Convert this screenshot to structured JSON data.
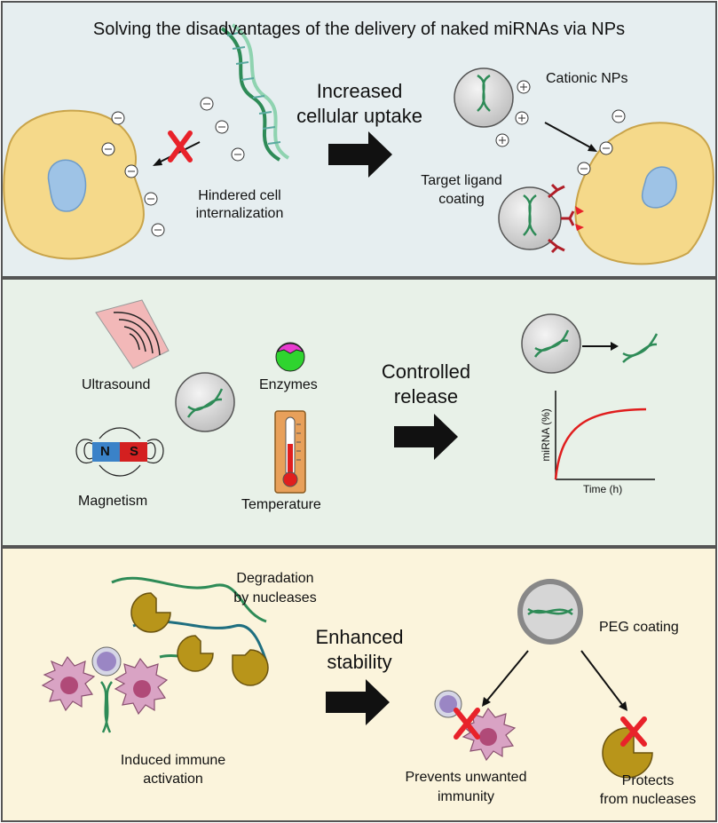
{
  "title": "Solving the disadvantages of the delivery of naked miRNAs via NPs",
  "panels": {
    "uptake": {
      "bg": "#e6eef0",
      "heading_line1": "Increased",
      "heading_line2": "cellular uptake",
      "hindered_line1": "Hindered cell",
      "hindered_line2": "internalization",
      "cationic": "Cationic NPs",
      "target_line1": "Target ligand",
      "target_line2": "coating"
    },
    "release": {
      "bg": "#e8f1e8",
      "heading_line1": "Controlled",
      "heading_line2": "release",
      "ultrasound": "Ultrasound",
      "enzymes": "Enzymes",
      "magnetism": "Magnetism",
      "temperature": "Temperature",
      "magnet_n": "N",
      "magnet_s": "S",
      "chart_ylabel": "miRNA (%)",
      "chart_xlabel": "Time (h)"
    },
    "stability": {
      "bg": "#fbf4dc",
      "heading_line1": "Enhanced",
      "heading_line2": "stability",
      "degradation_line1": "Degradation",
      "degradation_line2": "by nucleases",
      "immune_line1": "Induced immune",
      "immune_line2": "activation",
      "peg": "PEG coating",
      "prevents_line1": "Prevents unwanted",
      "prevents_line2": "immunity",
      "protects_line1": "Protects",
      "protects_line2": "from nucleases"
    }
  },
  "colors": {
    "cell": "#f5d98a",
    "nucleus": "#9ec3e6",
    "np": "#d6d6d6",
    "red_cross": "#e8222a",
    "ligand": "#b01e28",
    "nuclease": "#b8951a",
    "immune_cell": "#d9a3c4",
    "immune_nucleus": "#b04a78",
    "lymphocyte": "#9a86c4",
    "curve": "#e01e1e",
    "dna_strand_a": "#2e8b57",
    "dna_strand_b": "#8fd3b0"
  },
  "icons": {
    "ultrasound": "ultrasound-waves-icon",
    "enzyme": "enzyme-icon",
    "thermometer": "thermometer-icon",
    "magnet": "magnet-icon"
  }
}
